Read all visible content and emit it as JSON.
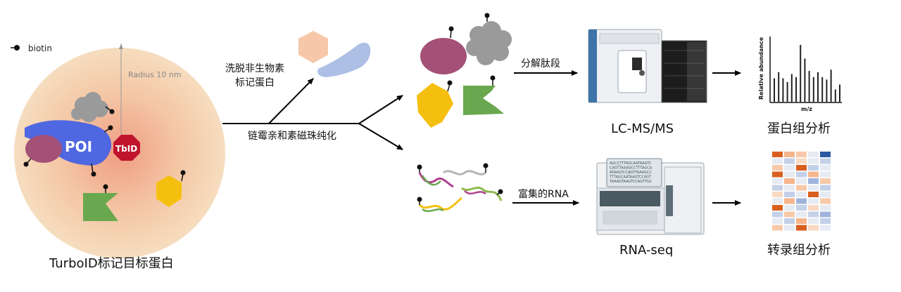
{
  "legend": {
    "biotin_label": "biotin"
  },
  "cell": {
    "radius_label": "Radius 10 nm",
    "poi_label": "POI",
    "tbid_label": "TbID",
    "caption": "TurboID标记目标蛋白"
  },
  "steps": {
    "elute_line1": "洗脱非生物素",
    "elute_line2": "标记蛋白",
    "purify_label": "链霉亲和素磁珠纯化",
    "digest_label": "分解肽段",
    "enrich_label": "富集的RNA"
  },
  "instruments": {
    "ms_label": "LC-MS/MS",
    "seq_label": "RNA-seq",
    "seq_screen_text": [
      "AGCCTTTAGCAATAAGTC",
      "CAGTTAAAGCCTTTAGCA",
      "ATAAGTCCAGTTAAAGCC",
      "TTTAGCAATAAGTCCAGT",
      "TAAAGTAAGTCCAGTTGC"
    ]
  },
  "results": {
    "spectrum_ylabel": "Relative abundance",
    "spectrum_xlabel": "m/z",
    "spectrum_peaks": [
      0.38,
      0.48,
      0.38,
      0.32,
      0.45,
      0.4,
      0.92,
      0.7,
      0.5,
      0.4,
      0.48,
      0.4,
      0.36,
      0.52,
      0.2,
      0.28
    ],
    "proteomics_label": "蛋白组分析",
    "transcriptomics_label": "转录组分析",
    "heatmap_rows": [
      [
        "#d95f1f",
        "#f5b58d",
        "#f7c9a8",
        "#e6eaf2",
        "#2b58a0"
      ],
      [
        "#e6eaf2",
        "#c3d0e8",
        "#f9d9c2",
        "#e6eaf2",
        "#c3d0e8"
      ],
      [
        "#f7c9a8",
        "#e6eaf2",
        "#d95f1f",
        "#c3d0e8",
        "#e6eaf2"
      ],
      [
        "#d95f1f",
        "#e6eaf2",
        "#c3d0e8",
        "#f5b58d",
        "#e6eaf2"
      ],
      [
        "#e6eaf2",
        "#f5b58d",
        "#e6eaf2",
        "#9fb4dc",
        "#f7c9a8"
      ],
      [
        "#c3d0e8",
        "#e6eaf2",
        "#f7c9a8",
        "#e6eaf2",
        "#c3d0e8"
      ],
      [
        "#f9d9c2",
        "#c3d0e8",
        "#e6eaf2",
        "#d95f1f",
        "#e6eaf2"
      ],
      [
        "#e6eaf2",
        "#f5b58d",
        "#9fb4dc",
        "#e6eaf2",
        "#f7c9a8"
      ],
      [
        "#d95f1f",
        "#e6eaf2",
        "#c3d0e8",
        "#f9d9c2",
        "#e6eaf2"
      ],
      [
        "#c3d0e8",
        "#f7c9a8",
        "#e6eaf2",
        "#c3d0e8",
        "#9fb4dc"
      ],
      [
        "#e6eaf2",
        "#c3d0e8",
        "#f5b58d",
        "#e6eaf2",
        "#c3d0e8"
      ],
      [
        "#f7c9a8",
        "#e6eaf2",
        "#d95f1f",
        "#f9d9c2",
        "#e6eaf2"
      ]
    ]
  },
  "colors": {
    "poi_blue": "#4f67e0",
    "tbid_red": "#c0142d",
    "purple": "#a35176",
    "gray": "#9a9a9a",
    "yellow": "#f5bf10",
    "green": "#6aa84f",
    "peach": "#f6c7a8",
    "light_blue": "#aebfe6",
    "cell_outer": "#f4d6b2",
    "cell_inner": "#f1a88c"
  }
}
